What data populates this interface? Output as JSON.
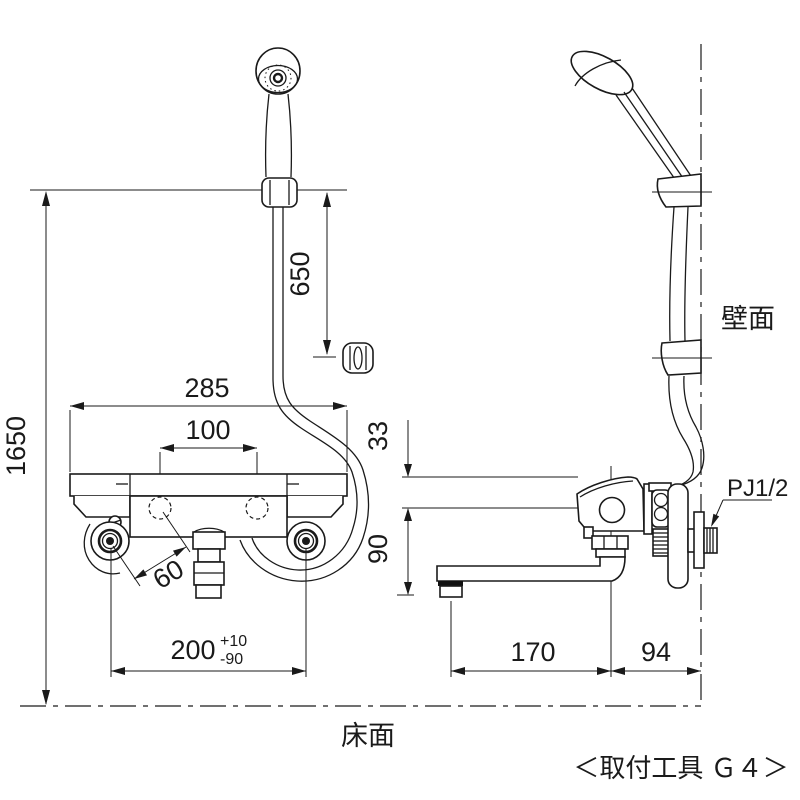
{
  "labels": {
    "wall_surface": "壁面",
    "floor_surface": "床面",
    "tool_note": "＜取付工具 Ｇ４＞",
    "pipe_thread": "PJ1/2"
  },
  "dimensions": {
    "overall_height": "1650",
    "holder_height": "650",
    "faucet_width": "285",
    "supply_pitch": "100",
    "eccentric_offset": "60",
    "installation_pitch": "200",
    "tolerance_plus": "+10",
    "tolerance_minus": "-90",
    "top_to_center": "33",
    "center_to_spout": "90",
    "spout_reach": "170",
    "wall_to_center": "94"
  }
}
